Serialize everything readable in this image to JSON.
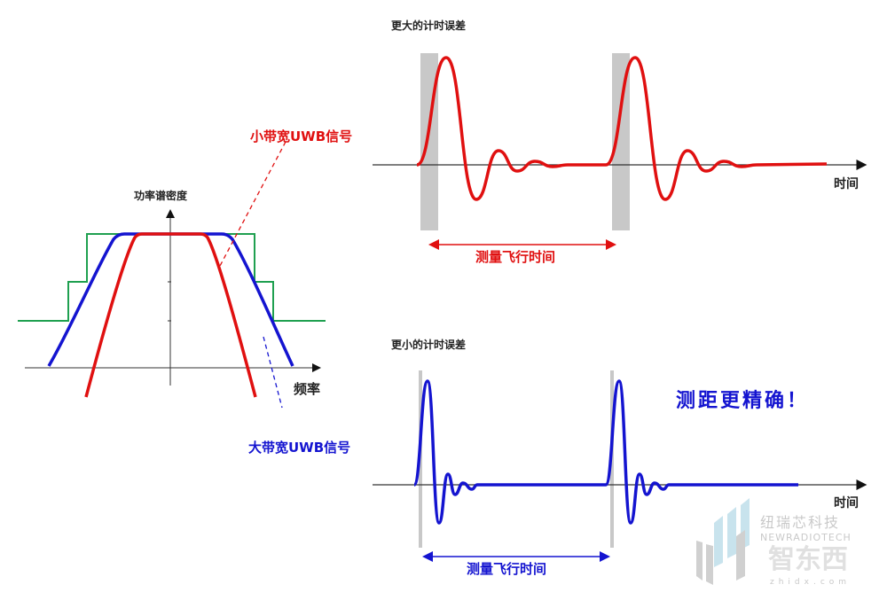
{
  "colors": {
    "red": "#e01010",
    "blue": "#1414d0",
    "green": "#1fa050",
    "gray": "#c8c8c8",
    "axis": "#333333"
  },
  "spectrum": {
    "y_axis_label": "功率谱密度",
    "x_axis_label": "频率",
    "narrowband_label": "小带宽UWB信号",
    "wideband_label": "大带宽UWB信号"
  },
  "top_panel": {
    "title": "更大的计时误差",
    "time_label": "时间",
    "tof_label": "测量飞行时间"
  },
  "bottom_panel": {
    "title": "更小的计时误差",
    "time_label": "时间",
    "tof_label": "测量飞行时间",
    "conclusion": "测距更精确！"
  },
  "watermark": {
    "company": "纽瑞芯科技",
    "company_en": "NEWRADIOTECH",
    "site_logo": "智东西",
    "site_url": "zhidx.com"
  }
}
